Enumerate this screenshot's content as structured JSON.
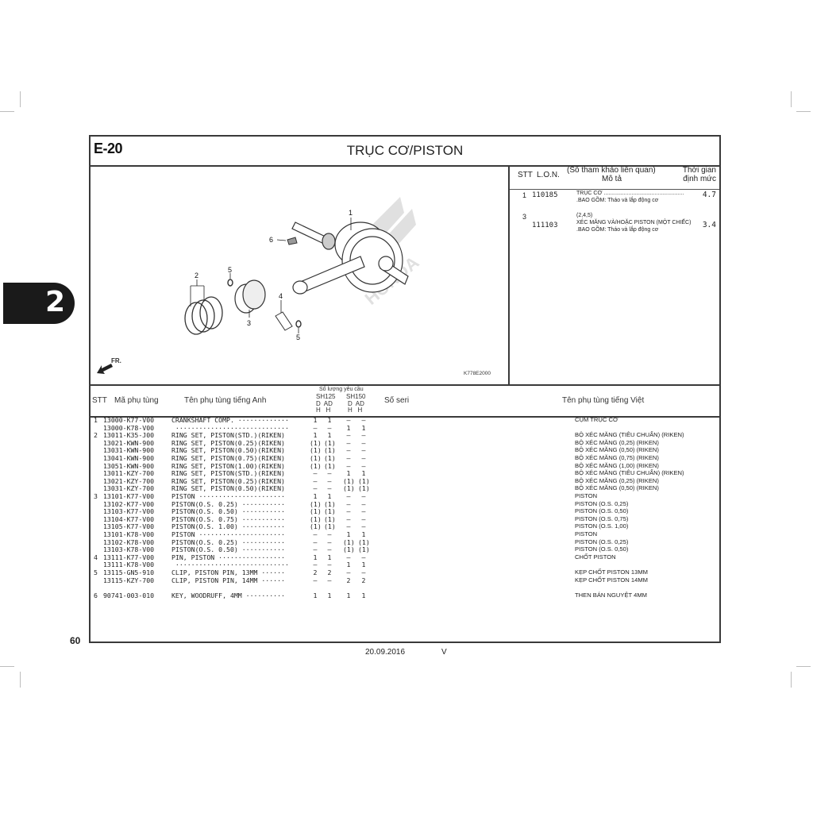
{
  "page": {
    "section_code": "E-20",
    "title": "TRỤC CƠ/PISTON",
    "chapter_tab": "2",
    "page_number": "60",
    "footer_date": "20.09.2016",
    "footer_version": "V"
  },
  "diagram": {
    "drawing_code": "K778E2000",
    "direction_label": "FR.",
    "callouts": [
      "1",
      "2",
      "3",
      "4",
      "5",
      "5",
      "6"
    ]
  },
  "labor": {
    "headers": {
      "stt": "STT",
      "lon": "L.O.N.",
      "ref": "(Số tham khảo liên quan)",
      "desc": "Mô tả",
      "time_1": "Thời gian",
      "time_2": "định mức"
    },
    "items": [
      {
        "stt": "1",
        "lon": "110185",
        "ref": "",
        "desc": "TRỤC CƠ ....................................................",
        "note": ".BAO GỒM: Tháo và lắp động cơ",
        "time": "4.7"
      },
      {
        "stt": "3",
        "lon": "111103",
        "ref": "(2,4,5)",
        "desc": "XÉC MĂNG VÀ/HOẶC PISTON (MỘT CHIẾC)",
        "note": ".BAO GỒM: Tháo và lắp động cơ",
        "time": "3.4"
      }
    ]
  },
  "parts_table": {
    "headers": {
      "stt": "STT",
      "part_no": "Mã phụ tùng",
      "name_en": "Tên phụ tùng tiếng Anh",
      "qty_title": "Số lượng yêu cầu",
      "model_1": "SH125",
      "model_2": "SH150",
      "sub_1": "D  AD",
      "sub_2": "H   H",
      "sub_3": "D  AD",
      "sub_4": "H   H",
      "serial": "Số seri",
      "name_vn": "Tên phụ tùng tiếng Việt"
    },
    "rows": [
      {
        "stt": "1",
        "part_no": "13000-K77-V00",
        "name_en": "CRANKSHAFT COMP. ·············",
        "q": [
          "1",
          "1",
          "–",
          "–"
        ],
        "name_vn": "CỤM TRỤC CƠ"
      },
      {
        "stt": "",
        "part_no": "13000-K78-V00",
        "name_en": " ·····························",
        "q": [
          "–",
          "–",
          "1",
          "1"
        ],
        "name_vn": ""
      },
      {
        "stt": "2",
        "part_no": "13011-K35-J00",
        "name_en": "RING SET, PISTON(STD.)(RIKEN)",
        "q": [
          "1",
          "1",
          "–",
          "–"
        ],
        "name_vn": "BỘ XÉC MĂNG (TIÊU CHUẨN) (RIKEN)"
      },
      {
        "stt": "",
        "part_no": "13021-KWN-900",
        "name_en": "RING SET, PISTON(0.25)(RIKEN)",
        "q": [
          "(1)",
          "(1)",
          "–",
          "–"
        ],
        "name_vn": "BỘ XÉC MĂNG (0,25) (RIKEN)"
      },
      {
        "stt": "",
        "part_no": "13031-KWN-900",
        "name_en": "RING SET, PISTON(0.50)(RIKEN)",
        "q": [
          "(1)",
          "(1)",
          "–",
          "–"
        ],
        "name_vn": "BỘ XÉC MĂNG (0,50) (RIKEN)"
      },
      {
        "stt": "",
        "part_no": "13041-KWN-900",
        "name_en": "RING SET, PISTON(0.75)(RIKEN)",
        "q": [
          "(1)",
          "(1)",
          "–",
          "–"
        ],
        "name_vn": "BỘ XÉC MĂNG (0,75) (RIKEN)"
      },
      {
        "stt": "",
        "part_no": "13051-KWN-900",
        "name_en": "RING SET, PISTON(1.00)(RIKEN)",
        "q": [
          "(1)",
          "(1)",
          "–",
          "–"
        ],
        "name_vn": "BỘ XÉC MĂNG (1,00) (RIKEN)"
      },
      {
        "stt": "",
        "part_no": "13011-KZY-700",
        "name_en": "RING SET, PISTON(STD.)(RIKEN)",
        "q": [
          "–",
          "–",
          "1",
          "1"
        ],
        "name_vn": "BỘ XÉC MĂNG (TIÊU CHUẨN) (RIKEN)"
      },
      {
        "stt": "",
        "part_no": "13021-KZY-700",
        "name_en": "RING SET, PISTON(0.25)(RIKEN)",
        "q": [
          "–",
          "–",
          "(1)",
          "(1)"
        ],
        "name_vn": "BỘ XÉC MĂNG (0,25) (RIKEN)"
      },
      {
        "stt": "",
        "part_no": "13031-KZY-700",
        "name_en": "RING SET, PISTON(0.50)(RIKEN)",
        "q": [
          "–",
          "–",
          "(1)",
          "(1)"
        ],
        "name_vn": "BỘ XÉC MĂNG (0,50) (RIKEN)"
      },
      {
        "stt": "3",
        "part_no": "13101-K77-V00",
        "name_en": "PISTON ······················",
        "q": [
          "1",
          "1",
          "–",
          "–"
        ],
        "name_vn": "PISTON"
      },
      {
        "stt": "",
        "part_no": "13102-K77-V00",
        "name_en": "PISTON(O.S. 0.25) ···········",
        "q": [
          "(1)",
          "(1)",
          "–",
          "–"
        ],
        "name_vn": "PISTON (O.S. 0,25)"
      },
      {
        "stt": "",
        "part_no": "13103-K77-V00",
        "name_en": "PISTON(O.S. 0.50) ···········",
        "q": [
          "(1)",
          "(1)",
          "–",
          "–"
        ],
        "name_vn": "PISTON (O.S. 0,50)"
      },
      {
        "stt": "",
        "part_no": "13104-K77-V00",
        "name_en": "PISTON(O.S. 0.75) ···········",
        "q": [
          "(1)",
          "(1)",
          "–",
          "–"
        ],
        "name_vn": "PISTON (O.S. 0,75)"
      },
      {
        "stt": "",
        "part_no": "13105-K77-V00",
        "name_en": "PISTON(O.S. 1.00) ···········",
        "q": [
          "(1)",
          "(1)",
          "–",
          "–"
        ],
        "name_vn": "PISTON (O.S. 1,00)"
      },
      {
        "stt": "",
        "part_no": "13101-K78-V00",
        "name_en": "PISTON ······················",
        "q": [
          "–",
          "–",
          "1",
          "1"
        ],
        "name_vn": "PISTON"
      },
      {
        "stt": "",
        "part_no": "13102-K78-V00",
        "name_en": "PISTON(O.S. 0.25) ···········",
        "q": [
          "–",
          "–",
          "(1)",
          "(1)"
        ],
        "name_vn": "PISTON (O.S. 0,25)"
      },
      {
        "stt": "",
        "part_no": "13103-K78-V00",
        "name_en": "PISTON(O.S. 0.50) ···········",
        "q": [
          "–",
          "–",
          "(1)",
          "(1)"
        ],
        "name_vn": "PISTON (O.S. 0,50)"
      },
      {
        "stt": "4",
        "part_no": "13111-K77-V00",
        "name_en": "PIN, PISTON ·················",
        "q": [
          "1",
          "1",
          "–",
          "–"
        ],
        "name_vn": "CHỐT PISTON"
      },
      {
        "stt": "",
        "part_no": "13111-K78-V00",
        "name_en": " ·····························",
        "q": [
          "–",
          "–",
          "1",
          "1"
        ],
        "name_vn": ""
      },
      {
        "stt": "5",
        "part_no": "13115-GN5-910",
        "name_en": "CLIP, PISTON PIN, 13MM ······",
        "q": [
          "2",
          "2",
          "–",
          "–"
        ],
        "name_vn": "KẸP CHỐT PISTON 13MM"
      },
      {
        "stt": "",
        "part_no": "13115-KZY-700",
        "name_en": "CLIP, PISTON PIN, 14MM ······",
        "q": [
          "–",
          "–",
          "2",
          "2"
        ],
        "name_vn": "KẸP CHỐT PISTON 14MM"
      },
      {
        "stt": "6",
        "part_no": "90741-003-010",
        "name_en": "KEY, WOODRUFF, 4MM ··········",
        "q": [
          "1",
          "1",
          "1",
          "1"
        ],
        "name_vn": "THEN BÁN NGUYỆT 4MM"
      }
    ]
  }
}
